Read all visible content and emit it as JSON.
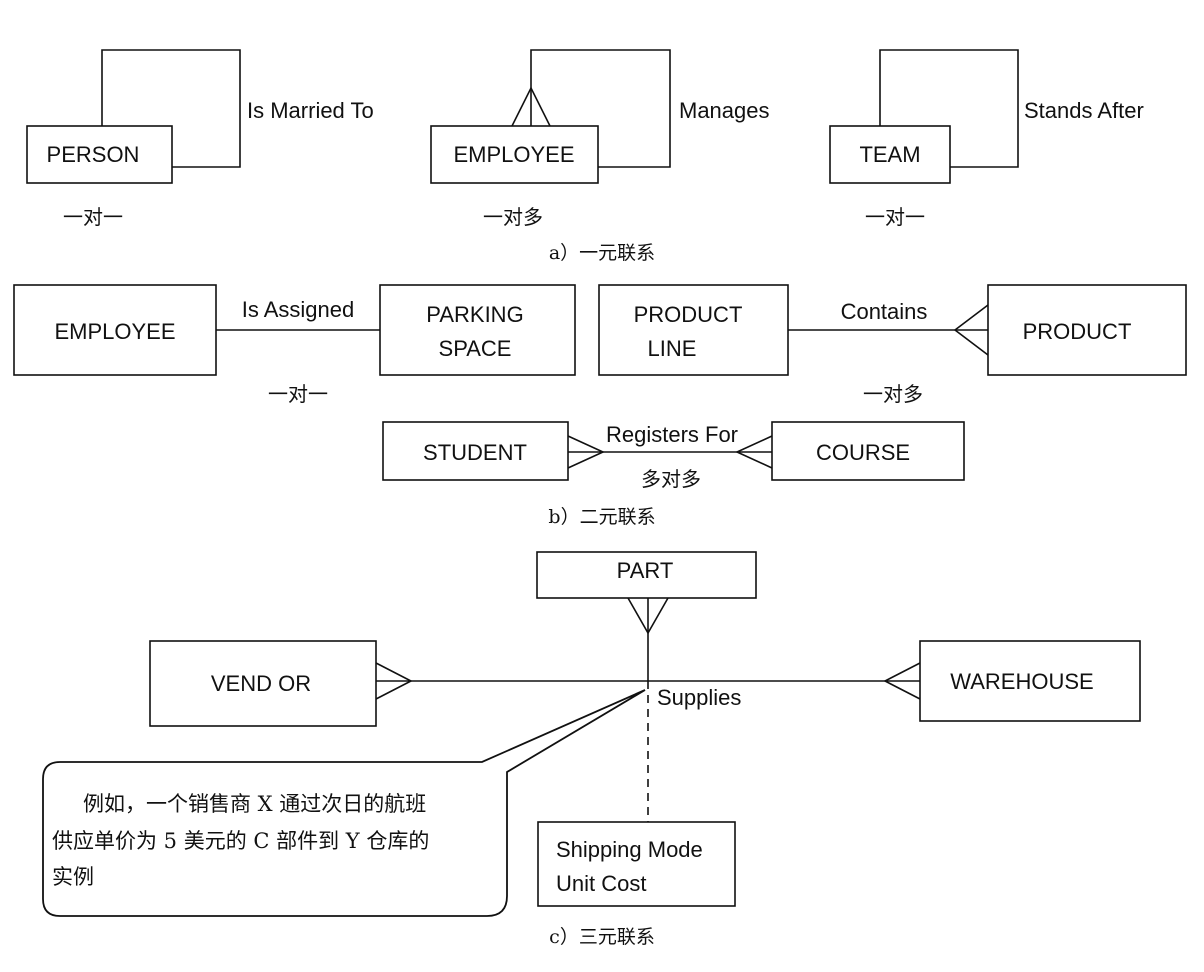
{
  "section_a": {
    "caption": "a）一元联系",
    "person": {
      "entity": "PERSON",
      "relationship": "Is Married To",
      "cardinality": "一对一"
    },
    "employee": {
      "entity": "EMPLOYEE",
      "relationship": "Manages",
      "cardinality": "一对多"
    },
    "team": {
      "entity": "TEAM",
      "relationship": "Stands After",
      "cardinality": "一对一"
    }
  },
  "section_b": {
    "caption": "b）二元联系",
    "assigned": {
      "left_entity": "EMPLOYEE",
      "relationship": "Is Assigned",
      "right_entity_line1": "PARKING",
      "right_entity_line2": "SPACE",
      "cardinality": "一对一"
    },
    "contains": {
      "left_entity_line1": "PRODUCT",
      "left_entity_line2": "LINE",
      "relationship": "Contains",
      "right_entity": "PRODUCT",
      "cardinality": "一对多"
    },
    "registers": {
      "left_entity": "STUDENT",
      "relationship": "Registers For",
      "right_entity": "COURSE",
      "cardinality": "多对多"
    }
  },
  "section_c": {
    "caption": "c）三元联系",
    "part": "PART",
    "vendor": "VEND OR",
    "warehouse": "WAREHOUSE",
    "relationship": "Supplies",
    "attribute_line1": "Shipping Mode",
    "attribute_line2": "Unit Cost",
    "callout_line1": "例如，一个销售商 X 通过次日的航班",
    "callout_line2": "供应单价为 5 美元的 C 部件到 Y 仓库的",
    "callout_line3": "实例"
  }
}
